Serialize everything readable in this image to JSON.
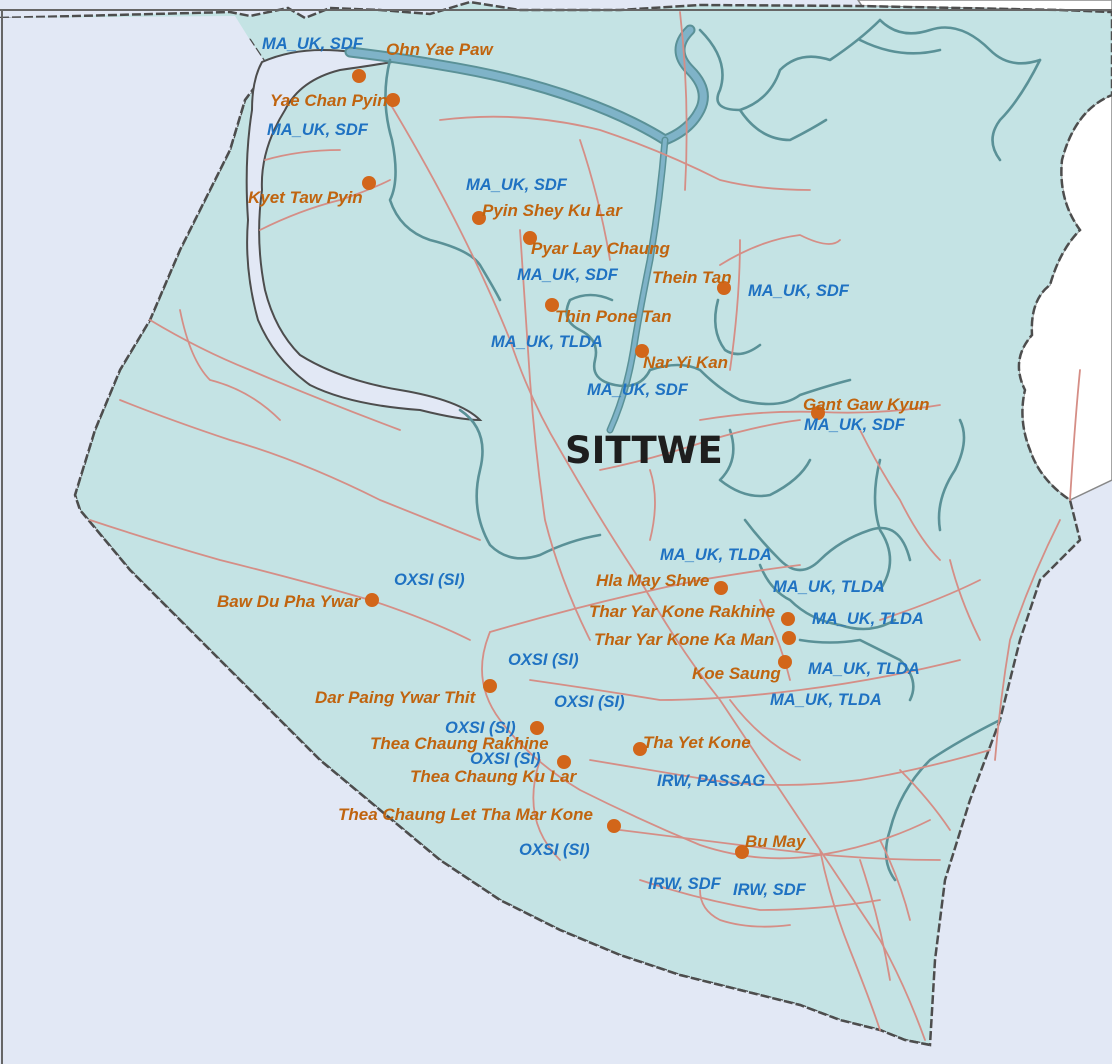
{
  "town_label": "SITTWE",
  "colors": {
    "sea": "#e2e8f5",
    "land": "#c4e3e4",
    "mainland": "#ffffff",
    "river": "#5a9197",
    "river_wide": "#7fb3c8",
    "road": "#d58e86",
    "camp_marker": "#d2661a",
    "camp_label": "#c0640f",
    "agency_label": "#1f72c2",
    "boundary": "#4d4d4d"
  },
  "camps": [
    {
      "name": "Ohn Yae Paw"
    },
    {
      "name": "Yae Chan Pyin"
    },
    {
      "name": "Kyet Taw Pyin"
    },
    {
      "name": "Pyin Shey Ku Lar"
    },
    {
      "name": "Pyar Lay Chaung"
    },
    {
      "name": "Thein Tan"
    },
    {
      "name": "Thin Pone Tan"
    },
    {
      "name": "Nar Yi Kan"
    },
    {
      "name": "Gant Gaw Kyun"
    },
    {
      "name": "Hla May Shwe"
    },
    {
      "name": "Thar Yar Kone Rakhine"
    },
    {
      "name": "Thar Yar Kone Ka Man"
    },
    {
      "name": "Koe Saung"
    },
    {
      "name": "Baw Du Pha Ywar"
    },
    {
      "name": "Dar Paing Ywar Thit"
    },
    {
      "name": "Thea Chaung Rakhine"
    },
    {
      "name": "Thea Chaung Ku Lar"
    },
    {
      "name": "Tha Yet Kone"
    },
    {
      "name": "Thea Chaung Let Tha Mar Kone"
    },
    {
      "name": "Bu May"
    }
  ],
  "agencies": [
    {
      "text": "MA_UK, SDF"
    },
    {
      "text": "MA_UK, SDF"
    },
    {
      "text": "MA_UK, SDF"
    },
    {
      "text": "MA_UK, SDF"
    },
    {
      "text": "MA_UK, SDF"
    },
    {
      "text": "MA_UK, TLDA"
    },
    {
      "text": "MA_UK, SDF"
    },
    {
      "text": "MA_UK, SDF"
    },
    {
      "text": "MA_UK, TLDA"
    },
    {
      "text": "MA_UK, TLDA"
    },
    {
      "text": "MA_UK, TLDA"
    },
    {
      "text": "MA_UK, TLDA"
    },
    {
      "text": "MA_UK, TLDA"
    },
    {
      "text": "OXSI (SI)"
    },
    {
      "text": "OXSI (SI)"
    },
    {
      "text": "OXSI (SI)"
    },
    {
      "text": "OXSI (SI)"
    },
    {
      "text": "OXSI (SI)"
    },
    {
      "text": "IRW, PASSAG"
    },
    {
      "text": "OXSI (SI)"
    },
    {
      "text": "IRW, SDF"
    },
    {
      "text": "IRW, SDF"
    }
  ]
}
